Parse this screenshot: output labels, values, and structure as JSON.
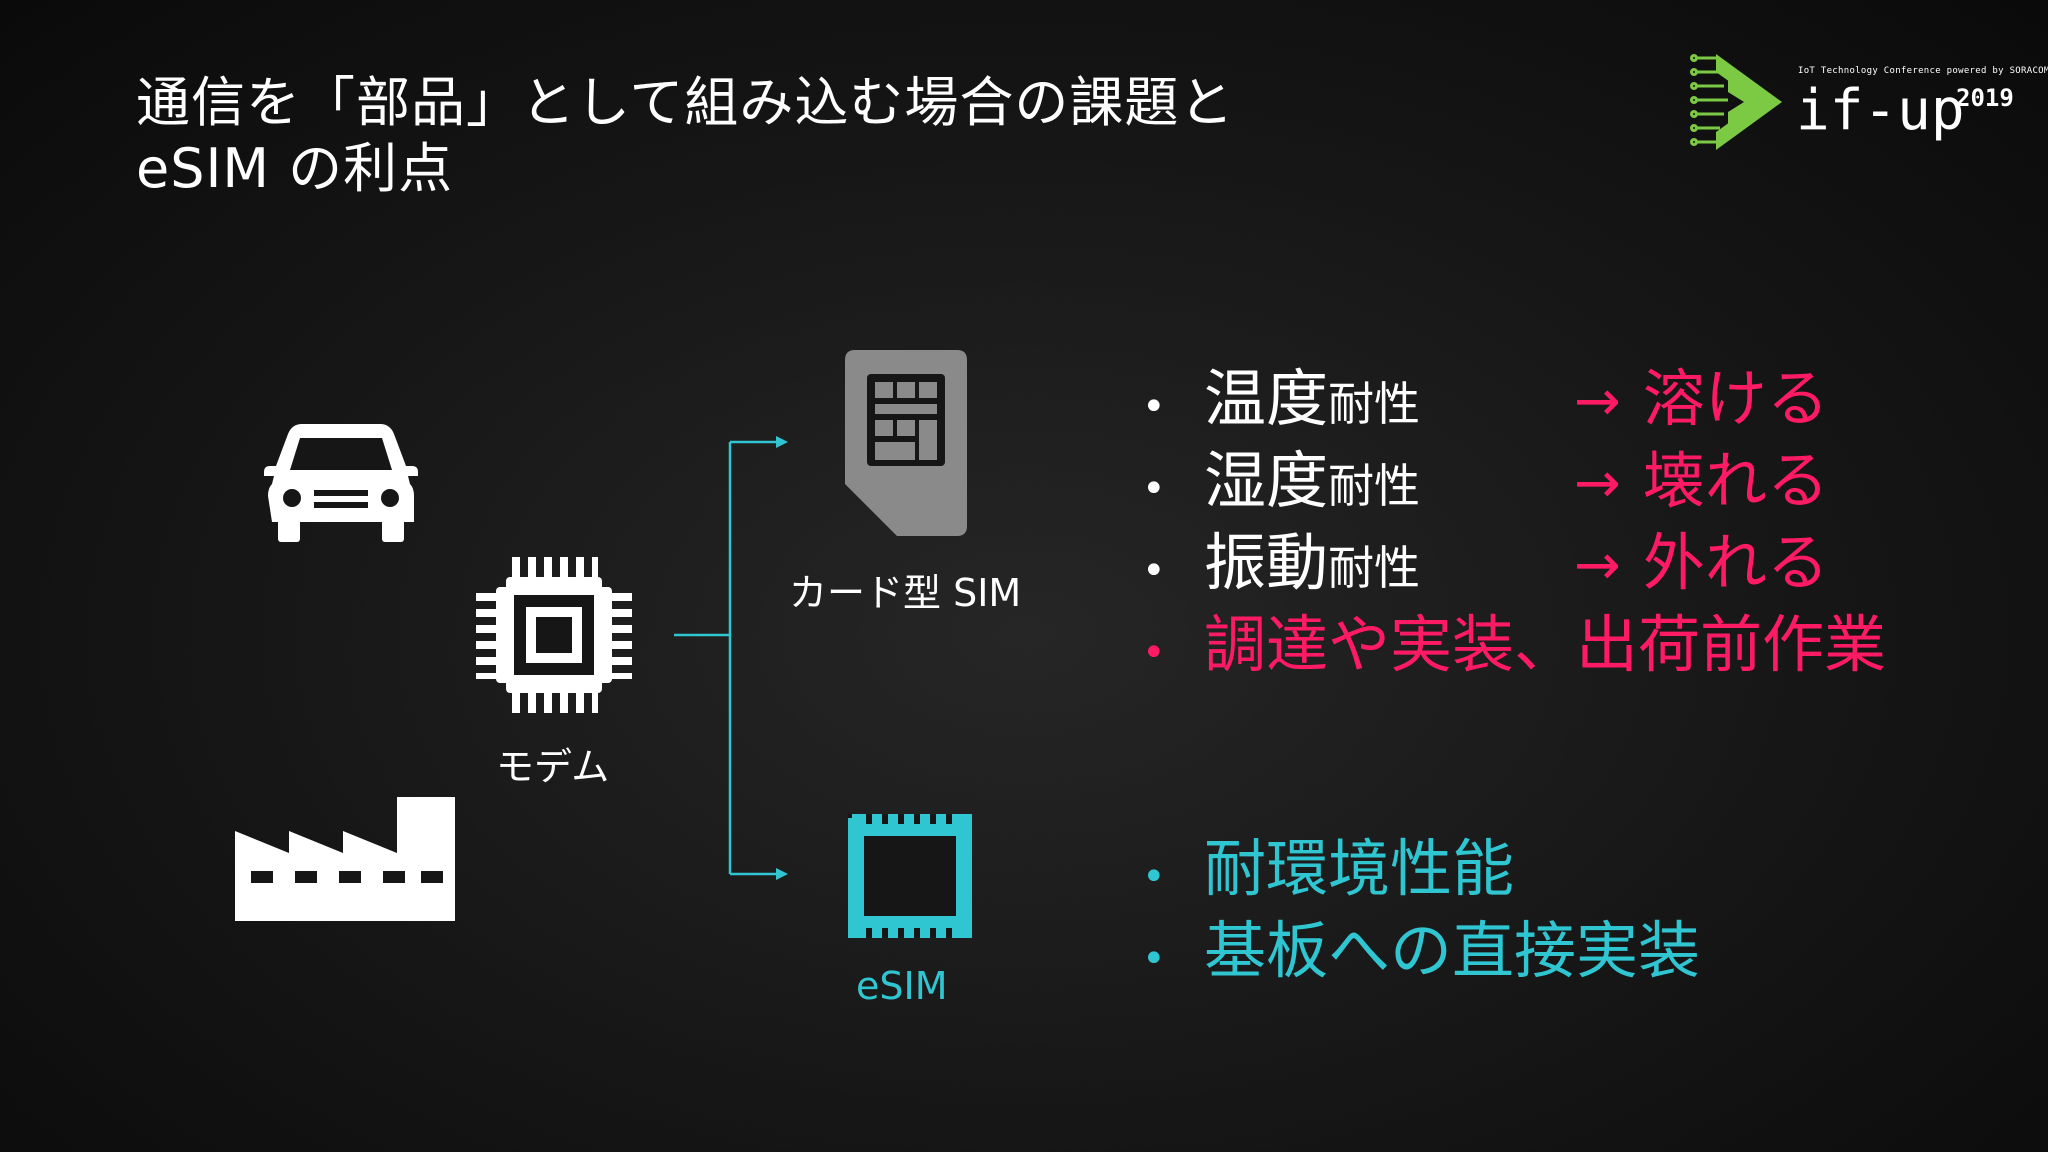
{
  "title": {
    "line1": "通信を「部品」として組み込む場合の課題と",
    "line2": "eSIM の利点"
  },
  "logo": {
    "tagline": "IoT Technology Conference powered by SORACOM",
    "brand": "if-up",
    "year": "2019",
    "color": "#7cc943"
  },
  "icons": {
    "car": "car-icon",
    "factory": "factory-icon",
    "modem": "chip-icon",
    "card_sim": "sim-card-icon",
    "esim": "esim-chip-icon"
  },
  "labels": {
    "modem": "モデム",
    "card_sim": "カード型 SIM",
    "esim": "eSIM"
  },
  "card_issues": [
    {
      "bullet": "•",
      "term": "温度",
      "suffix": "耐性",
      "arrow": "→",
      "result": "溶ける"
    },
    {
      "bullet": "•",
      "term": "湿度",
      "suffix": "耐性",
      "arrow": "→",
      "result": "壊れる"
    },
    {
      "bullet": "•",
      "term": "振動",
      "suffix": "耐性",
      "arrow": "→",
      "result": "外れる"
    }
  ],
  "card_issue_extra": {
    "bullet": "•",
    "text": "調達や実装、出荷前作業"
  },
  "esim_benefits": [
    {
      "bullet": "•",
      "text": "耐環境性能"
    },
    {
      "bullet": "•",
      "text": "基板への直接実装"
    }
  ],
  "colors": {
    "accent_pink": "#ff1a66",
    "accent_cyan": "#2fc6d2",
    "sim_gray": "#8a8a8a",
    "background": "#161616"
  }
}
